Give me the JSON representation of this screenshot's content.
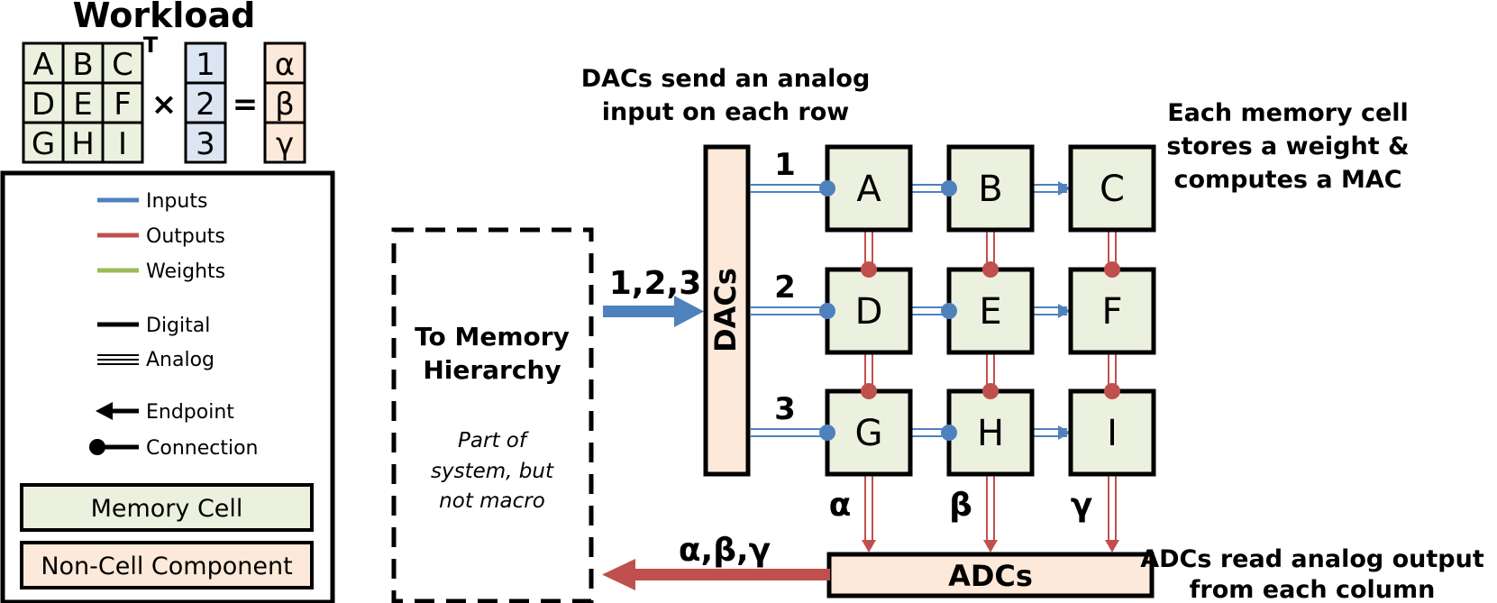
{
  "workload": {
    "title": "Workload",
    "matrix": [
      "A",
      "B",
      "C",
      "D",
      "E",
      "F",
      "G",
      "H",
      "I"
    ],
    "transpose": "T",
    "times": "×",
    "vector": [
      "1",
      "2",
      "3"
    ],
    "equals": "=",
    "result": [
      "α",
      "β",
      "γ"
    ]
  },
  "legend": {
    "items": [
      {
        "label": "Inputs",
        "color": "#4f81bd",
        "style": "solid"
      },
      {
        "label": "Outputs",
        "color": "#c0504d",
        "style": "solid"
      },
      {
        "label": "Weights",
        "color": "#9bbb59",
        "style": "solid"
      },
      {
        "label": "Digital",
        "color": "#000000",
        "style": "solid"
      },
      {
        "label": "Analog",
        "color": "#000000",
        "style": "double"
      },
      {
        "label": "Endpoint",
        "color": "#000000",
        "style": "arrow"
      },
      {
        "label": "Connection",
        "color": "#000000",
        "style": "dot"
      }
    ],
    "memory_cell": "Memory Cell",
    "non_cell": "Non-Cell Component"
  },
  "memory": {
    "title_line1": "To Memory",
    "title_line2": "Hierarchy",
    "note_line1": "Part of",
    "note_line2": "system, but",
    "note_line3": "not macro"
  },
  "dacs": {
    "label": "DACs",
    "input_label": "1,2,3",
    "caption_line1": "DACs send an analog",
    "caption_line2": "input on each row"
  },
  "rows": [
    "1",
    "2",
    "3"
  ],
  "grid": [
    "A",
    "B",
    "C",
    "D",
    "E",
    "F",
    "G",
    "H",
    "I"
  ],
  "columns": [
    "α",
    "β",
    "γ"
  ],
  "cell_caption": {
    "line1": "Each memory cell",
    "line2": "stores a weight &",
    "line3": "computes a MAC"
  },
  "adcs": {
    "label": "ADCs",
    "output_label": "α,β,γ",
    "caption_line1": "ADCs read analog output",
    "caption_line2": "from each column"
  },
  "colors": {
    "cell_fill": "#ebf1de",
    "noncell_fill": "#fde9d9",
    "vector_fill": "#dce6f2",
    "input": "#4f81bd",
    "output": "#c0504d"
  }
}
